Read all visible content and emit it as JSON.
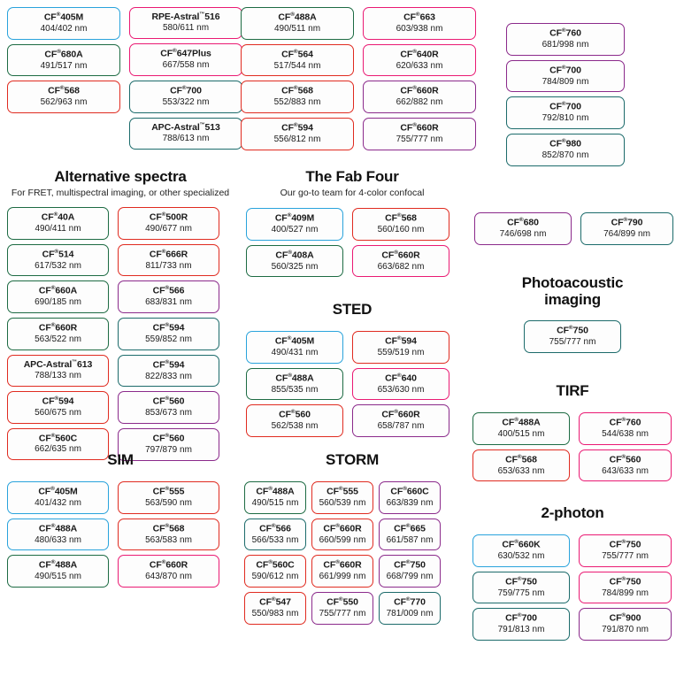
{
  "sections": [
    {
      "id": "top-unlabeled",
      "title": "",
      "subtitle": "",
      "columns": [
        {
          "chips": [
            {
              "name": "CF",
              "reg": "®",
              "suffix": "405M",
              "tm": "",
              "spec": "404/402 nm",
              "color": "blue"
            },
            {
              "name": "CF",
              "reg": "®",
              "suffix": "680A",
              "tm": "",
              "spec": "491/517 nm",
              "color": "green"
            },
            {
              "name": "CF",
              "reg": "®",
              "suffix": "568",
              "tm": "",
              "spec": "562/963 nm",
              "color": "red"
            }
          ]
        },
        {
          "chips": [
            {
              "name": "RPE-Astral",
              "reg": "",
              "suffix": "516",
              "tm": "™",
              "spec": "580/611 nm",
              "color": "magenta"
            },
            {
              "name": "CF",
              "reg": "®",
              "suffix": "647Plus",
              "tm": "",
              "spec": "667/558 nm",
              "color": "magenta"
            },
            {
              "name": "CF",
              "reg": "®",
              "suffix": "700",
              "tm": "",
              "spec": "553/322 nm",
              "color": "teal"
            },
            {
              "name": "APC-Astral",
              "reg": "",
              "suffix": "513",
              "tm": "™",
              "spec": "788/613 nm",
              "color": "teal"
            }
          ]
        },
        {
          "chips": [
            {
              "name": "CF",
              "reg": "®",
              "suffix": "488A",
              "tm": "",
              "spec": "490/511 nm",
              "color": "green"
            },
            {
              "name": "CF",
              "reg": "®",
              "suffix": "564",
              "tm": "",
              "spec": "517/544 nm",
              "color": "red"
            },
            {
              "name": "CF",
              "reg": "®",
              "suffix": "568",
              "tm": "",
              "spec": "552/883 nm",
              "color": "red"
            },
            {
              "name": "CF",
              "reg": "®",
              "suffix": "594",
              "tm": "",
              "spec": "556/812 nm",
              "color": "red"
            }
          ]
        },
        {
          "chips": [
            {
              "name": "CF",
              "reg": "®",
              "suffix": "663",
              "tm": "",
              "spec": "603/938 nm",
              "color": "magenta"
            },
            {
              "name": "CF",
              "reg": "®",
              "suffix": "640R",
              "tm": "",
              "spec": "620/633 nm",
              "color": "magenta"
            },
            {
              "name": "CF",
              "reg": "®",
              "suffix": "660R",
              "tm": "",
              "spec": "662/882 nm",
              "color": "purple"
            },
            {
              "name": "CF",
              "reg": "®",
              "suffix": "660R",
              "tm": "",
              "spec": "755/777 nm",
              "color": "purple"
            }
          ]
        },
        {
          "chips": [
            {
              "name": "CF",
              "reg": "®",
              "suffix": "760",
              "tm": "",
              "spec": "681/998 nm",
              "color": "purple"
            },
            {
              "name": "CF",
              "reg": "®",
              "suffix": "700",
              "tm": "",
              "spec": "784/809 nm",
              "color": "purple"
            },
            {
              "name": "CF",
              "reg": "®",
              "suffix": "700",
              "tm": "",
              "spec": "792/810 nm",
              "color": "teal"
            },
            {
              "name": "CF",
              "reg": "®",
              "suffix": "980",
              "tm": "",
              "spec": "852/870 nm",
              "color": "teal"
            }
          ]
        }
      ]
    },
    {
      "id": "alternative-spectra",
      "title": "Alternative spectra",
      "subtitle": "For FRET, multispectral imaging, or other specialized",
      "columns": [
        {
          "chips": [
            {
              "name": "CF",
              "reg": "®",
              "suffix": "40A",
              "tm": "",
              "spec": "490/411 nm",
              "color": "green"
            },
            {
              "name": "CF",
              "reg": "®",
              "suffix": "514",
              "tm": "",
              "spec": "617/532 nm",
              "color": "green"
            },
            {
              "name": "CF",
              "reg": "®",
              "suffix": "660A",
              "tm": "",
              "spec": "690/185 nm",
              "color": "green"
            },
            {
              "name": "CF",
              "reg": "®",
              "suffix": "660R",
              "tm": "",
              "spec": "563/522 nm",
              "color": "green"
            },
            {
              "name": "APC-Astral",
              "reg": "",
              "suffix": "613",
              "tm": "™",
              "spec": "788/133 nm",
              "color": "red"
            },
            {
              "name": "CF",
              "reg": "®",
              "suffix": "594",
              "tm": "",
              "spec": "560/675 nm",
              "color": "red"
            },
            {
              "name": "CF",
              "reg": "®",
              "suffix": "560C",
              "tm": "",
              "spec": "662/635 nm",
              "color": "red"
            }
          ]
        },
        {
          "chips": [
            {
              "name": "CF",
              "reg": "®",
              "suffix": "500R",
              "tm": "",
              "spec": "490/677 nm",
              "color": "red"
            },
            {
              "name": "CF",
              "reg": "®",
              "suffix": "666R",
              "tm": "",
              "spec": "811/733 nm",
              "color": "red"
            },
            {
              "name": "CF",
              "reg": "®",
              "suffix": "566",
              "tm": "",
              "spec": "683/831 nm",
              "color": "purple"
            },
            {
              "name": "CF",
              "reg": "®",
              "suffix": "594",
              "tm": "",
              "spec": "559/852 nm",
              "color": "teal"
            },
            {
              "name": "CF",
              "reg": "®",
              "suffix": "594",
              "tm": "",
              "spec": "822/833 nm",
              "color": "teal"
            },
            {
              "name": "CF",
              "reg": "®",
              "suffix": "560",
              "tm": "",
              "spec": "853/673 nm",
              "color": "purple"
            },
            {
              "name": "CF",
              "reg": "®",
              "suffix": "560",
              "tm": "",
              "spec": "797/879 nm",
              "color": "purple"
            }
          ]
        }
      ]
    },
    {
      "id": "fab-four",
      "title": "The Fab Four",
      "subtitle": "Our go-to team for 4-color confocal",
      "columns": [
        {
          "chips": [
            {
              "name": "CF",
              "reg": "®",
              "suffix": "409M",
              "tm": "",
              "spec": "400/527 nm",
              "color": "blue"
            },
            {
              "name": "CF",
              "reg": "®",
              "suffix": "408A",
              "tm": "",
              "spec": "560/325 nm",
              "color": "green"
            }
          ]
        },
        {
          "chips": [
            {
              "name": "CF",
              "reg": "®",
              "suffix": "568",
              "tm": "",
              "spec": "560/160 nm",
              "color": "red"
            },
            {
              "name": "CF",
              "reg": "®",
              "suffix": "660R",
              "tm": "",
              "spec": "663/682 nm",
              "color": "magenta"
            }
          ]
        }
      ]
    },
    {
      "id": "sted",
      "title": "STED",
      "subtitle": "",
      "columns": [
        {
          "chips": [
            {
              "name": "CF",
              "reg": "®",
              "suffix": "405M",
              "tm": "",
              "spec": "490/431 nm",
              "color": "blue"
            },
            {
              "name": "CF",
              "reg": "®",
              "suffix": "488A",
              "tm": "",
              "spec": "855/535 nm",
              "color": "green"
            },
            {
              "name": "CF",
              "reg": "®",
              "suffix": "560",
              "tm": "",
              "spec": "562/538 nm",
              "color": "red"
            }
          ]
        },
        {
          "chips": [
            {
              "name": "CF",
              "reg": "®",
              "suffix": "594",
              "tm": "",
              "spec": "559/519 nm",
              "color": "red"
            },
            {
              "name": "CF",
              "reg": "®",
              "suffix": "640",
              "tm": "",
              "spec": "653/630 nm",
              "color": "magenta"
            },
            {
              "name": "CF",
              "reg": "®",
              "suffix": "660R",
              "tm": "",
              "spec": "658/787 nm",
              "color": "purple"
            }
          ]
        }
      ]
    },
    {
      "id": "sim",
      "title": "SIM",
      "subtitle": "",
      "columns": [
        {
          "chips": [
            {
              "name": "CF",
              "reg": "®",
              "suffix": "405M",
              "tm": "",
              "spec": "401/432 nm",
              "color": "blue"
            },
            {
              "name": "CF",
              "reg": "®",
              "suffix": "488A",
              "tm": "",
              "spec": "480/633 nm",
              "color": "blue"
            },
            {
              "name": "CF",
              "reg": "®",
              "suffix": "488A",
              "tm": "",
              "spec": "490/515 nm",
              "color": "green"
            }
          ]
        },
        {
          "chips": [
            {
              "name": "CF",
              "reg": "®",
              "suffix": "555",
              "tm": "",
              "spec": "563/590 nm",
              "color": "red"
            },
            {
              "name": "CF",
              "reg": "®",
              "suffix": "568",
              "tm": "",
              "spec": "563/583 nm",
              "color": "red"
            },
            {
              "name": "CF",
              "reg": "®",
              "suffix": "660R",
              "tm": "",
              "spec": "643/870 nm",
              "color": "magenta"
            }
          ]
        }
      ]
    },
    {
      "id": "storm",
      "title": "STORM",
      "subtitle": "",
      "columns": [
        {
          "chips": [
            {
              "name": "CF",
              "reg": "®",
              "suffix": "488A",
              "tm": "",
              "spec": "490/515 nm",
              "color": "green"
            },
            {
              "name": "CF",
              "reg": "®",
              "suffix": "566",
              "tm": "",
              "spec": "566/533 nm",
              "color": "teal"
            },
            {
              "name": "CF",
              "reg": "®",
              "suffix": "560C",
              "tm": "",
              "spec": "590/612 nm",
              "color": "red"
            },
            {
              "name": "CF",
              "reg": "®",
              "suffix": "547",
              "tm": "",
              "spec": "550/983 nm",
              "color": "red"
            }
          ]
        },
        {
          "chips": [
            {
              "name": "CF",
              "reg": "®",
              "suffix": "555",
              "tm": "",
              "spec": "560/539 nm",
              "color": "red"
            },
            {
              "name": "CF",
              "reg": "®",
              "suffix": "660R",
              "tm": "",
              "spec": "660/599 nm",
              "color": "red"
            },
            {
              "name": "CF",
              "reg": "®",
              "suffix": "660R",
              "tm": "",
              "spec": "661/999 nm",
              "color": "red"
            },
            {
              "name": "CF",
              "reg": "®",
              "suffix": "550",
              "tm": "",
              "spec": "755/777 nm",
              "color": "purple"
            }
          ]
        },
        {
          "chips": [
            {
              "name": "CF",
              "reg": "®",
              "suffix": "660C",
              "tm": "",
              "spec": "663/839 nm",
              "color": "purple"
            },
            {
              "name": "CF",
              "reg": "®",
              "suffix": "665",
              "tm": "",
              "spec": "661/587 nm",
              "color": "purple"
            },
            {
              "name": "CF",
              "reg": "®",
              "suffix": "750",
              "tm": "",
              "spec": "668/799 nm",
              "color": "purple"
            },
            {
              "name": "CF",
              "reg": "®",
              "suffix": "770",
              "tm": "",
              "spec": "781/009 nm",
              "color": "teal"
            }
          ]
        }
      ]
    },
    {
      "id": "right-unlabeled",
      "title": "",
      "subtitle": "",
      "columns": [
        {
          "chips": [
            {
              "name": "CF",
              "reg": "®",
              "suffix": "680",
              "tm": "",
              "spec": "746/698 nm",
              "color": "purple"
            }
          ]
        },
        {
          "chips": [
            {
              "name": "CF",
              "reg": "®",
              "suffix": "790",
              "tm": "",
              "spec": "764/899 nm",
              "color": "teal"
            }
          ]
        }
      ]
    },
    {
      "id": "photoacoustic",
      "title": "Photoacoustic imaging",
      "title_line1": "Photoacoustic",
      "title_line2": "imaging",
      "subtitle": "",
      "columns": [
        {
          "chips": [
            {
              "name": "CF",
              "reg": "®",
              "suffix": "750",
              "tm": "",
              "spec": "755/777 nm",
              "color": "teal"
            }
          ]
        }
      ]
    },
    {
      "id": "tirf",
      "title": "TIRF",
      "subtitle": "",
      "columns": [
        {
          "chips": [
            {
              "name": "CF",
              "reg": "®",
              "suffix": "488A",
              "tm": "",
              "spec": "400/515 nm",
              "color": "green"
            },
            {
              "name": "CF",
              "reg": "®",
              "suffix": "568",
              "tm": "",
              "spec": "653/633 nm",
              "color": "red"
            }
          ]
        },
        {
          "chips": [
            {
              "name": "CF",
              "reg": "®",
              "suffix": "760",
              "tm": "",
              "spec": "544/638 nm",
              "color": "magenta"
            },
            {
              "name": "CF",
              "reg": "®",
              "suffix": "560",
              "tm": "",
              "spec": "643/633 nm",
              "color": "magenta"
            }
          ]
        }
      ]
    },
    {
      "id": "two-photon",
      "title": "2-photon",
      "subtitle": "",
      "columns": [
        {
          "chips": [
            {
              "name": "CF",
              "reg": "®",
              "suffix": "660K",
              "tm": "",
              "spec": "630/532 nm",
              "color": "blue"
            },
            {
              "name": "CF",
              "reg": "®",
              "suffix": "750",
              "tm": "",
              "spec": "759/775 nm",
              "color": "teal"
            },
            {
              "name": "CF",
              "reg": "®",
              "suffix": "700",
              "tm": "",
              "spec": "791/813 nm",
              "color": "teal"
            }
          ]
        },
        {
          "chips": [
            {
              "name": "CF",
              "reg": "®",
              "suffix": "750",
              "tm": "",
              "spec": "755/777 nm",
              "color": "magenta"
            },
            {
              "name": "CF",
              "reg": "®",
              "suffix": "750",
              "tm": "",
              "spec": "784/899 nm",
              "color": "magenta"
            },
            {
              "name": "CF",
              "reg": "®",
              "suffix": "900",
              "tm": "",
              "spec": "791/870 nm",
              "color": "purple"
            }
          ]
        }
      ]
    }
  ],
  "colors": {
    "blue": "#29a3dc",
    "green": "#1d6b43",
    "teal": "#1c6b6b",
    "red": "#e02b20",
    "magenta": "#ea1a73",
    "purple": "#8b2a8b"
  }
}
